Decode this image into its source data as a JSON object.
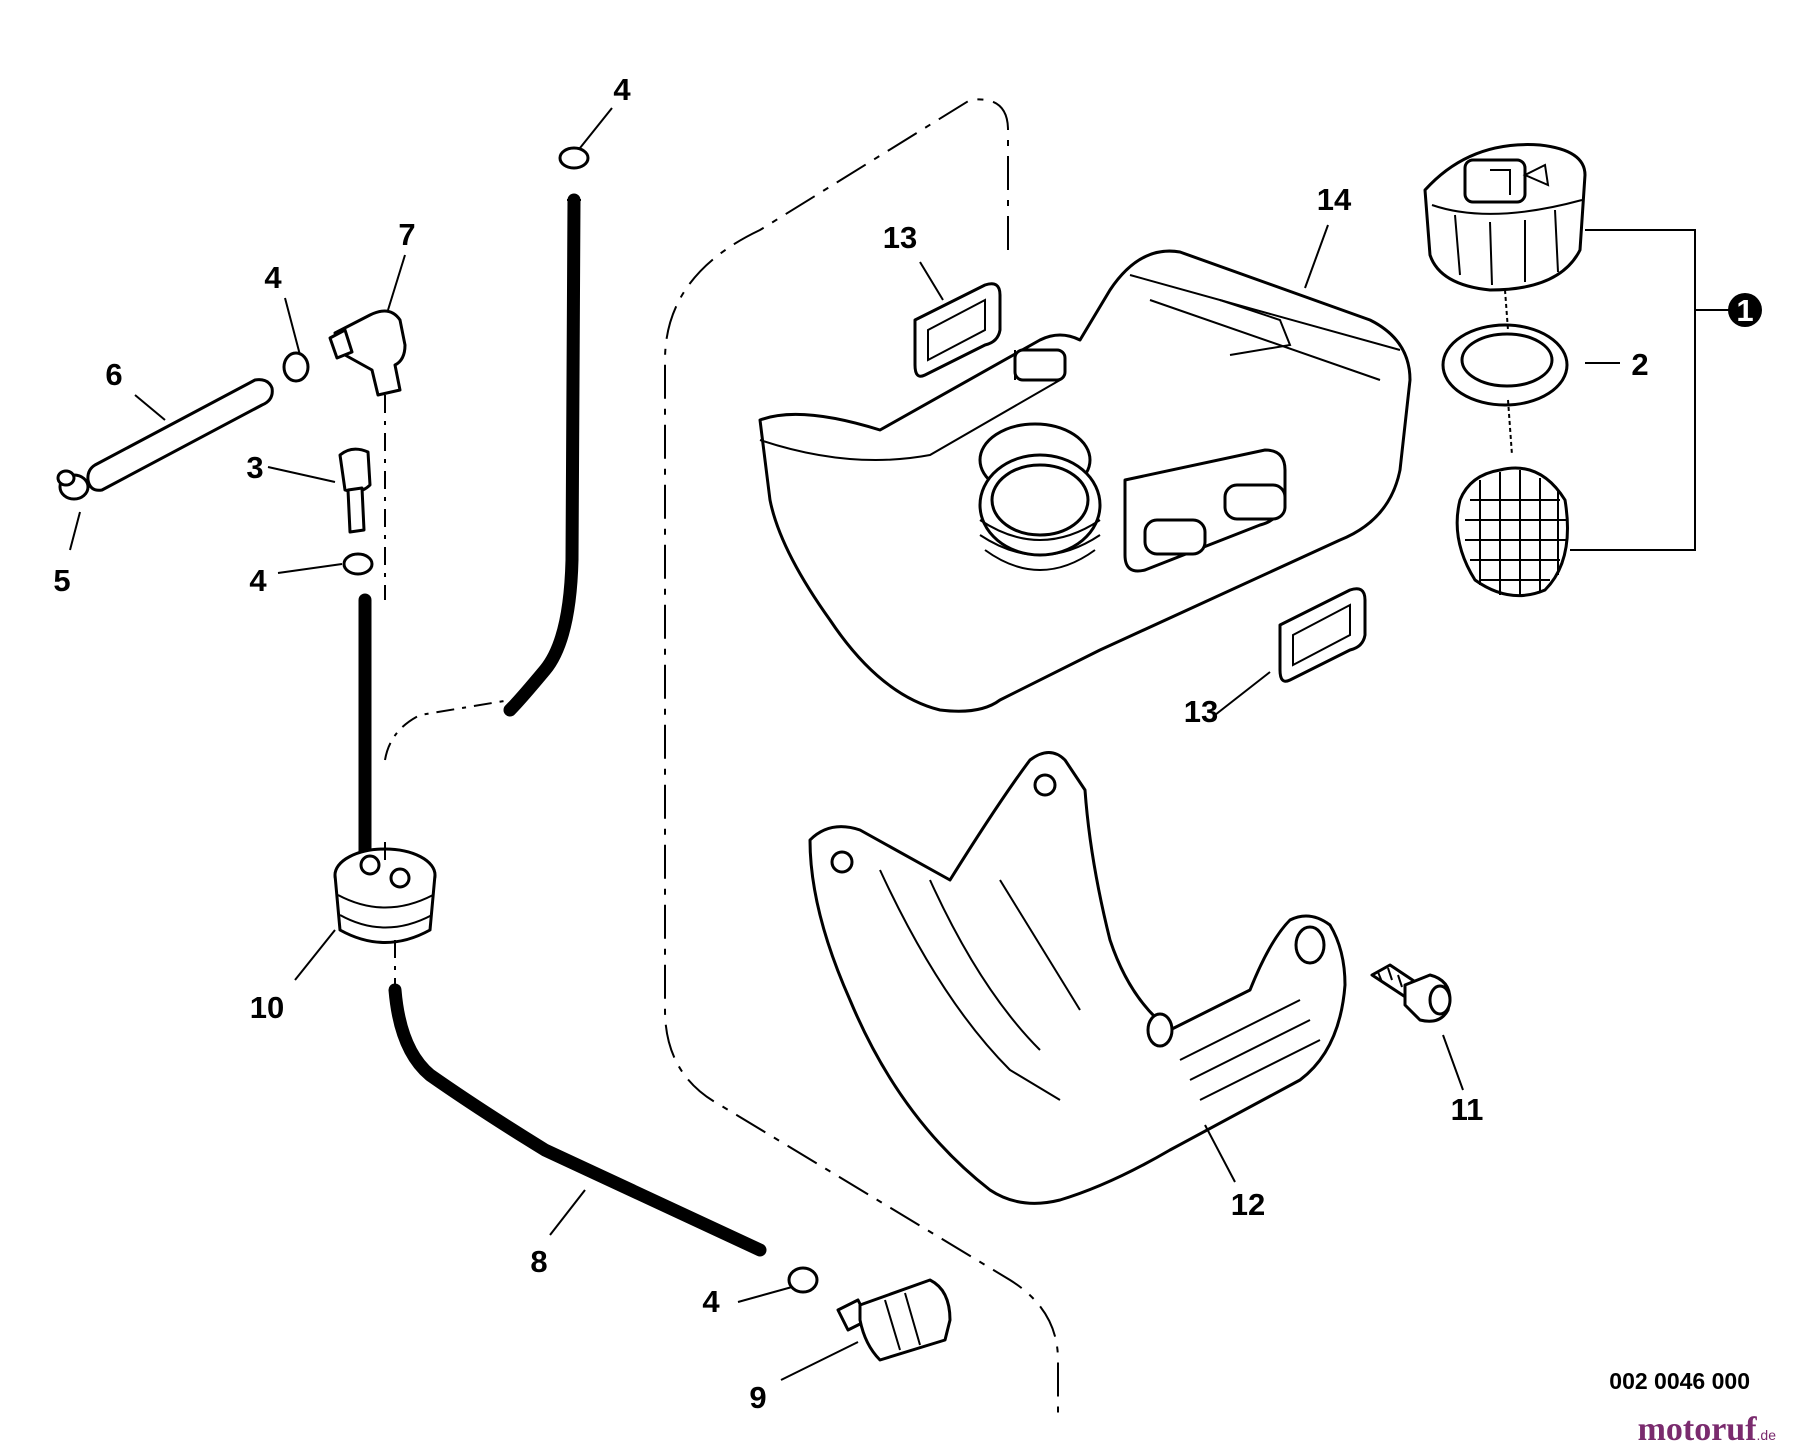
{
  "diagram": {
    "callouts": {
      "c1": "1",
      "c2": "2",
      "c3": "3",
      "c4a": "4",
      "c4b": "4",
      "c4c": "4",
      "c4d": "4",
      "c5": "5",
      "c6": "6",
      "c7": "7",
      "c8": "8",
      "c9": "9",
      "c10": "10",
      "c11": "11",
      "c12": "12",
      "c13a": "13",
      "c13b": "13",
      "c14": "14"
    },
    "drawing_code": "002 0046 000",
    "watermark": {
      "brand": "motoruf",
      "suffix": ".de",
      "brand_color": "#7a2b6e"
    }
  }
}
